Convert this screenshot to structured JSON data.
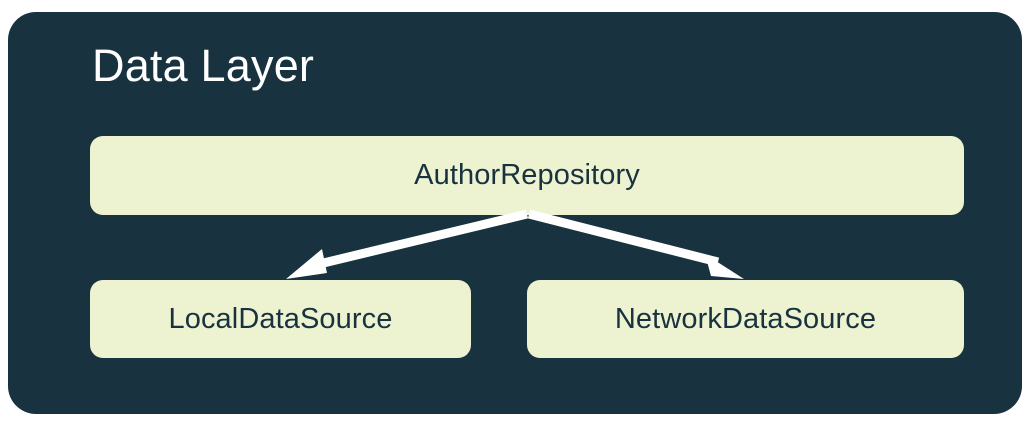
{
  "diagram": {
    "type": "architecture-layer-diagram",
    "title": "Data Layer",
    "colors": {
      "container_background": "#18323F",
      "node_background": "#EDF2D0",
      "node_text": "#18323F",
      "title_text": "#FFFFFF",
      "arrow": "#FFFFFF",
      "page_background": "#FFFFFF"
    },
    "nodes": [
      {
        "id": "author-repository",
        "label": "AuthorRepository",
        "role": "repository"
      },
      {
        "id": "local-data-source",
        "label": "LocalDataSource",
        "role": "data-source"
      },
      {
        "id": "network-data-source",
        "label": "NetworkDataSource",
        "role": "data-source"
      }
    ],
    "edges": [
      {
        "id": "repository-to-local",
        "from": "author-repository",
        "to": "local-data-source",
        "style": "solid-arrow"
      },
      {
        "id": "repository-to-network",
        "from": "author-repository",
        "to": "network-data-source",
        "style": "solid-arrow"
      }
    ]
  }
}
